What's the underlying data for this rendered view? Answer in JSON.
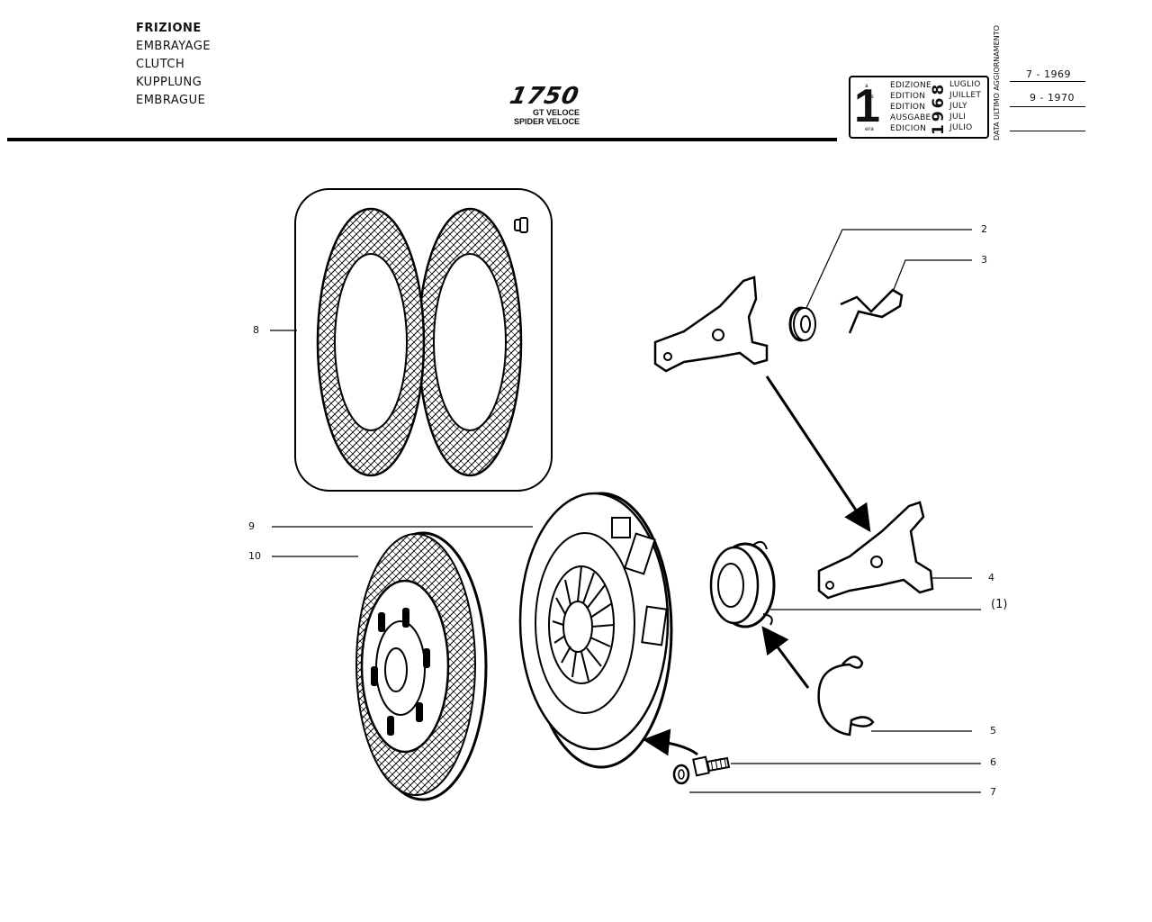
{
  "titles": [
    "FRIZIONE",
    "EMBRAYAGE",
    "CLUTCH",
    "KUPPLUNG",
    "EMBRAGUE"
  ],
  "model": {
    "number": "1750",
    "variants": [
      "GT VELOCE",
      "SPIDER VELOCE"
    ]
  },
  "edition_box": {
    "number": "1",
    "suffixes": [
      "a",
      "ere",
      "st",
      ".",
      "era"
    ],
    "labels": [
      "EDIZIONE",
      "EDITION",
      "EDITION",
      "AUSGABE",
      "EDICION"
    ],
    "months": [
      "LUGLIO",
      "JUILLET",
      "JULY",
      "JULI",
      "JULIO"
    ],
    "year": "1968"
  },
  "update_label": "DATA ULTIMO AGGIORNAMENTO",
  "updates": [
    "7 - 1969",
    "9 - 1970"
  ],
  "callouts": {
    "c2": "2",
    "c3": "3",
    "c4": "4",
    "c1": "(1)",
    "c5": "5",
    "c6": "6",
    "c7": "7",
    "c8": "8",
    "c9": "9",
    "c10": "10"
  }
}
